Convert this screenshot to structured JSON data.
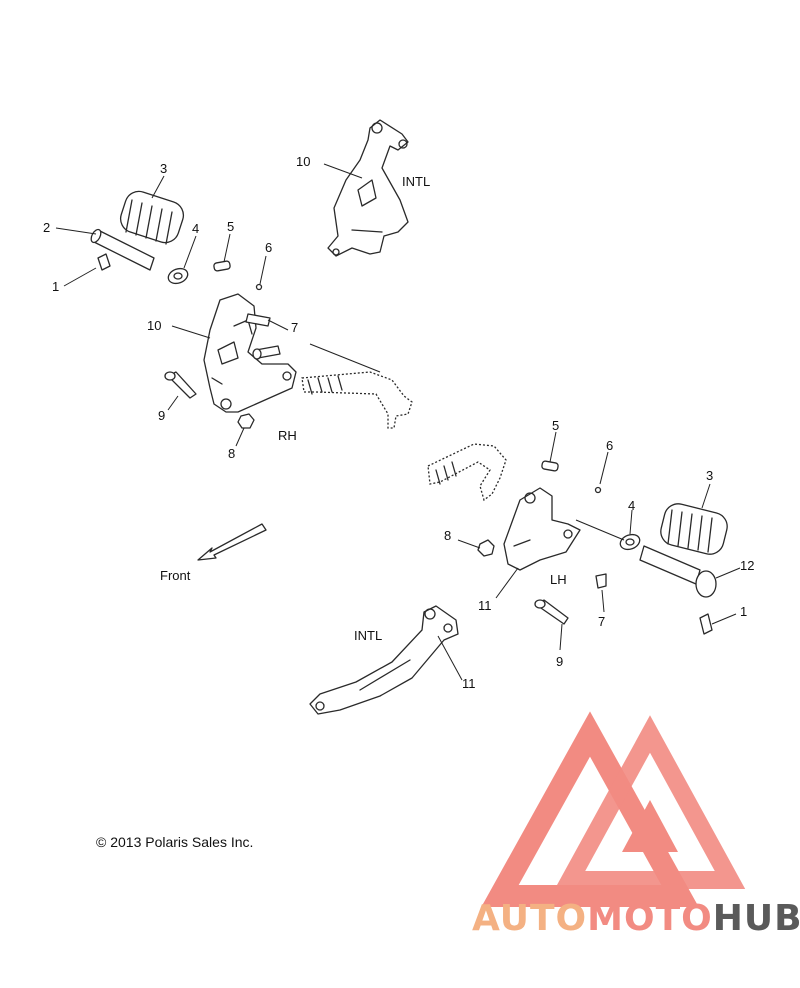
{
  "labels": {
    "rh_1": "1",
    "rh_2": "2",
    "rh_3": "3",
    "rh_4": "4",
    "rh_5": "5",
    "rh_6": "6",
    "rh_7": "7",
    "rh_8": "8",
    "rh_9": "9",
    "rh_10": "10",
    "intl_top_10": "10",
    "lh_1": "1",
    "lh_3": "3",
    "lh_4": "4",
    "lh_5": "5",
    "lh_6": "6",
    "lh_7": "7",
    "lh_8": "8",
    "lh_9": "9",
    "lh_11": "11",
    "lh_12": "12",
    "intl_bottom_11": "11"
  },
  "sides": {
    "rh": "RH",
    "lh": "LH",
    "intl_top": "INTL",
    "intl_bottom": "INTL"
  },
  "direction": {
    "front": "Front"
  },
  "footer": {
    "copyright": "© 2013 Polaris Sales Inc."
  },
  "watermark": {
    "part1": "AUTO",
    "part2": "MOTO",
    "part3": "HUB"
  },
  "colors": {
    "watermark_red": "#f28b82",
    "watermark_orange": "#f4b183",
    "watermark_gray": "#5a5a5a"
  }
}
